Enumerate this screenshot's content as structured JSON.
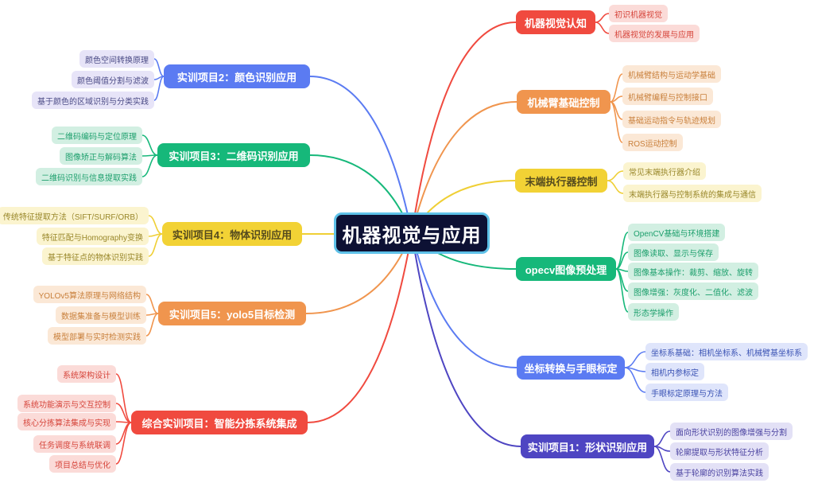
{
  "center": {
    "label": "机器视觉与应用"
  },
  "right_branches": [
    {
      "label": "机器视觉认知",
      "children": [
        "初识机器视觉",
        "机器视觉的发展与应用"
      ]
    },
    {
      "label": "机械臂基础控制",
      "children": [
        "机械臂结构与运动学基础",
        "机械臂编程与控制接口",
        "基础运动指令与轨迹规划",
        "ROS运动控制"
      ]
    },
    {
      "label": "末端执行器控制",
      "children": [
        "常见末端执行器介绍",
        "末端执行器与控制系统的集成与通信"
      ]
    },
    {
      "label": "opecv图像预处理",
      "children": [
        "OpenCV基础与环境搭建",
        "图像读取、显示与保存",
        "图像基本操作：裁剪、缩放、旋转",
        "图像增强：灰度化、二值化、滤波",
        "形态学操作"
      ]
    },
    {
      "label": "坐标转换与手眼标定",
      "children": [
        "坐标系基础：相机坐标系、机械臂基坐标系",
        "相机内参标定",
        "手眼标定原理与方法"
      ]
    },
    {
      "label": "实训项目1：形状识别应用",
      "children": [
        "面向形状识别的图像增强与分割",
        "轮廓提取与形状特征分析",
        "基于轮廓的识别算法实践"
      ]
    }
  ],
  "left_branches": [
    {
      "label": "实训项目2：颜色识别应用",
      "children": [
        "颜色空间转换原理",
        "颜色阈值分割与滤波",
        "基于颜色的区域识别与分类实践"
      ]
    },
    {
      "label": "实训项目3：二维码识别应用",
      "children": [
        "二维码编码与定位原理",
        "图像矫正与解码算法",
        "二维码识别与信息提取实践"
      ]
    },
    {
      "label": "实训项目4：物体识别应用",
      "children": [
        "传统特征提取方法（SIFT/SURF/ORB）",
        "特征匹配与Homography变换",
        "基于特征点的物体识别实践"
      ]
    },
    {
      "label": "实训项目5：yolo5目标检测",
      "children": [
        "YOLOv5算法原理与网络结构",
        "数据集准备与模型训练",
        "模型部署与实时检测实践"
      ]
    },
    {
      "label": "综合实训项目：智能分拣系统集成",
      "children": [
        "系统架构设计",
        "系统功能演示与交互控制",
        "核心分拣算法集成与实现",
        "任务调度与系统联调",
        "项目总结与优化"
      ]
    }
  ],
  "palette": {
    "center_bg": "#0D1134",
    "center_border": "#5EC1E8",
    "red": "#F04A3F",
    "red_light": "#FBDBD8",
    "red_text": "#D6453B",
    "orange": "#F0954E",
    "orange_light": "#FBE8D6",
    "orange_text": "#C9803C",
    "yellow": "#F2D235",
    "yellow_light": "#FBF4CF",
    "yellow_text": "#99872A",
    "yellow_label": "#554B1E",
    "green": "#16B87A",
    "green_light": "#D2EFE2",
    "green_text": "#1C9F6C",
    "blue": "#5B7BF2",
    "blue_light": "#DFE5FB",
    "blue_text": "#3A52B4",
    "indigo": "#4E45C2",
    "indigo_light": "#E3E1F6",
    "indigo_text": "#4A42A0",
    "lavender_light": "#E7E4F8",
    "lavender_text": "#4A4A85"
  }
}
